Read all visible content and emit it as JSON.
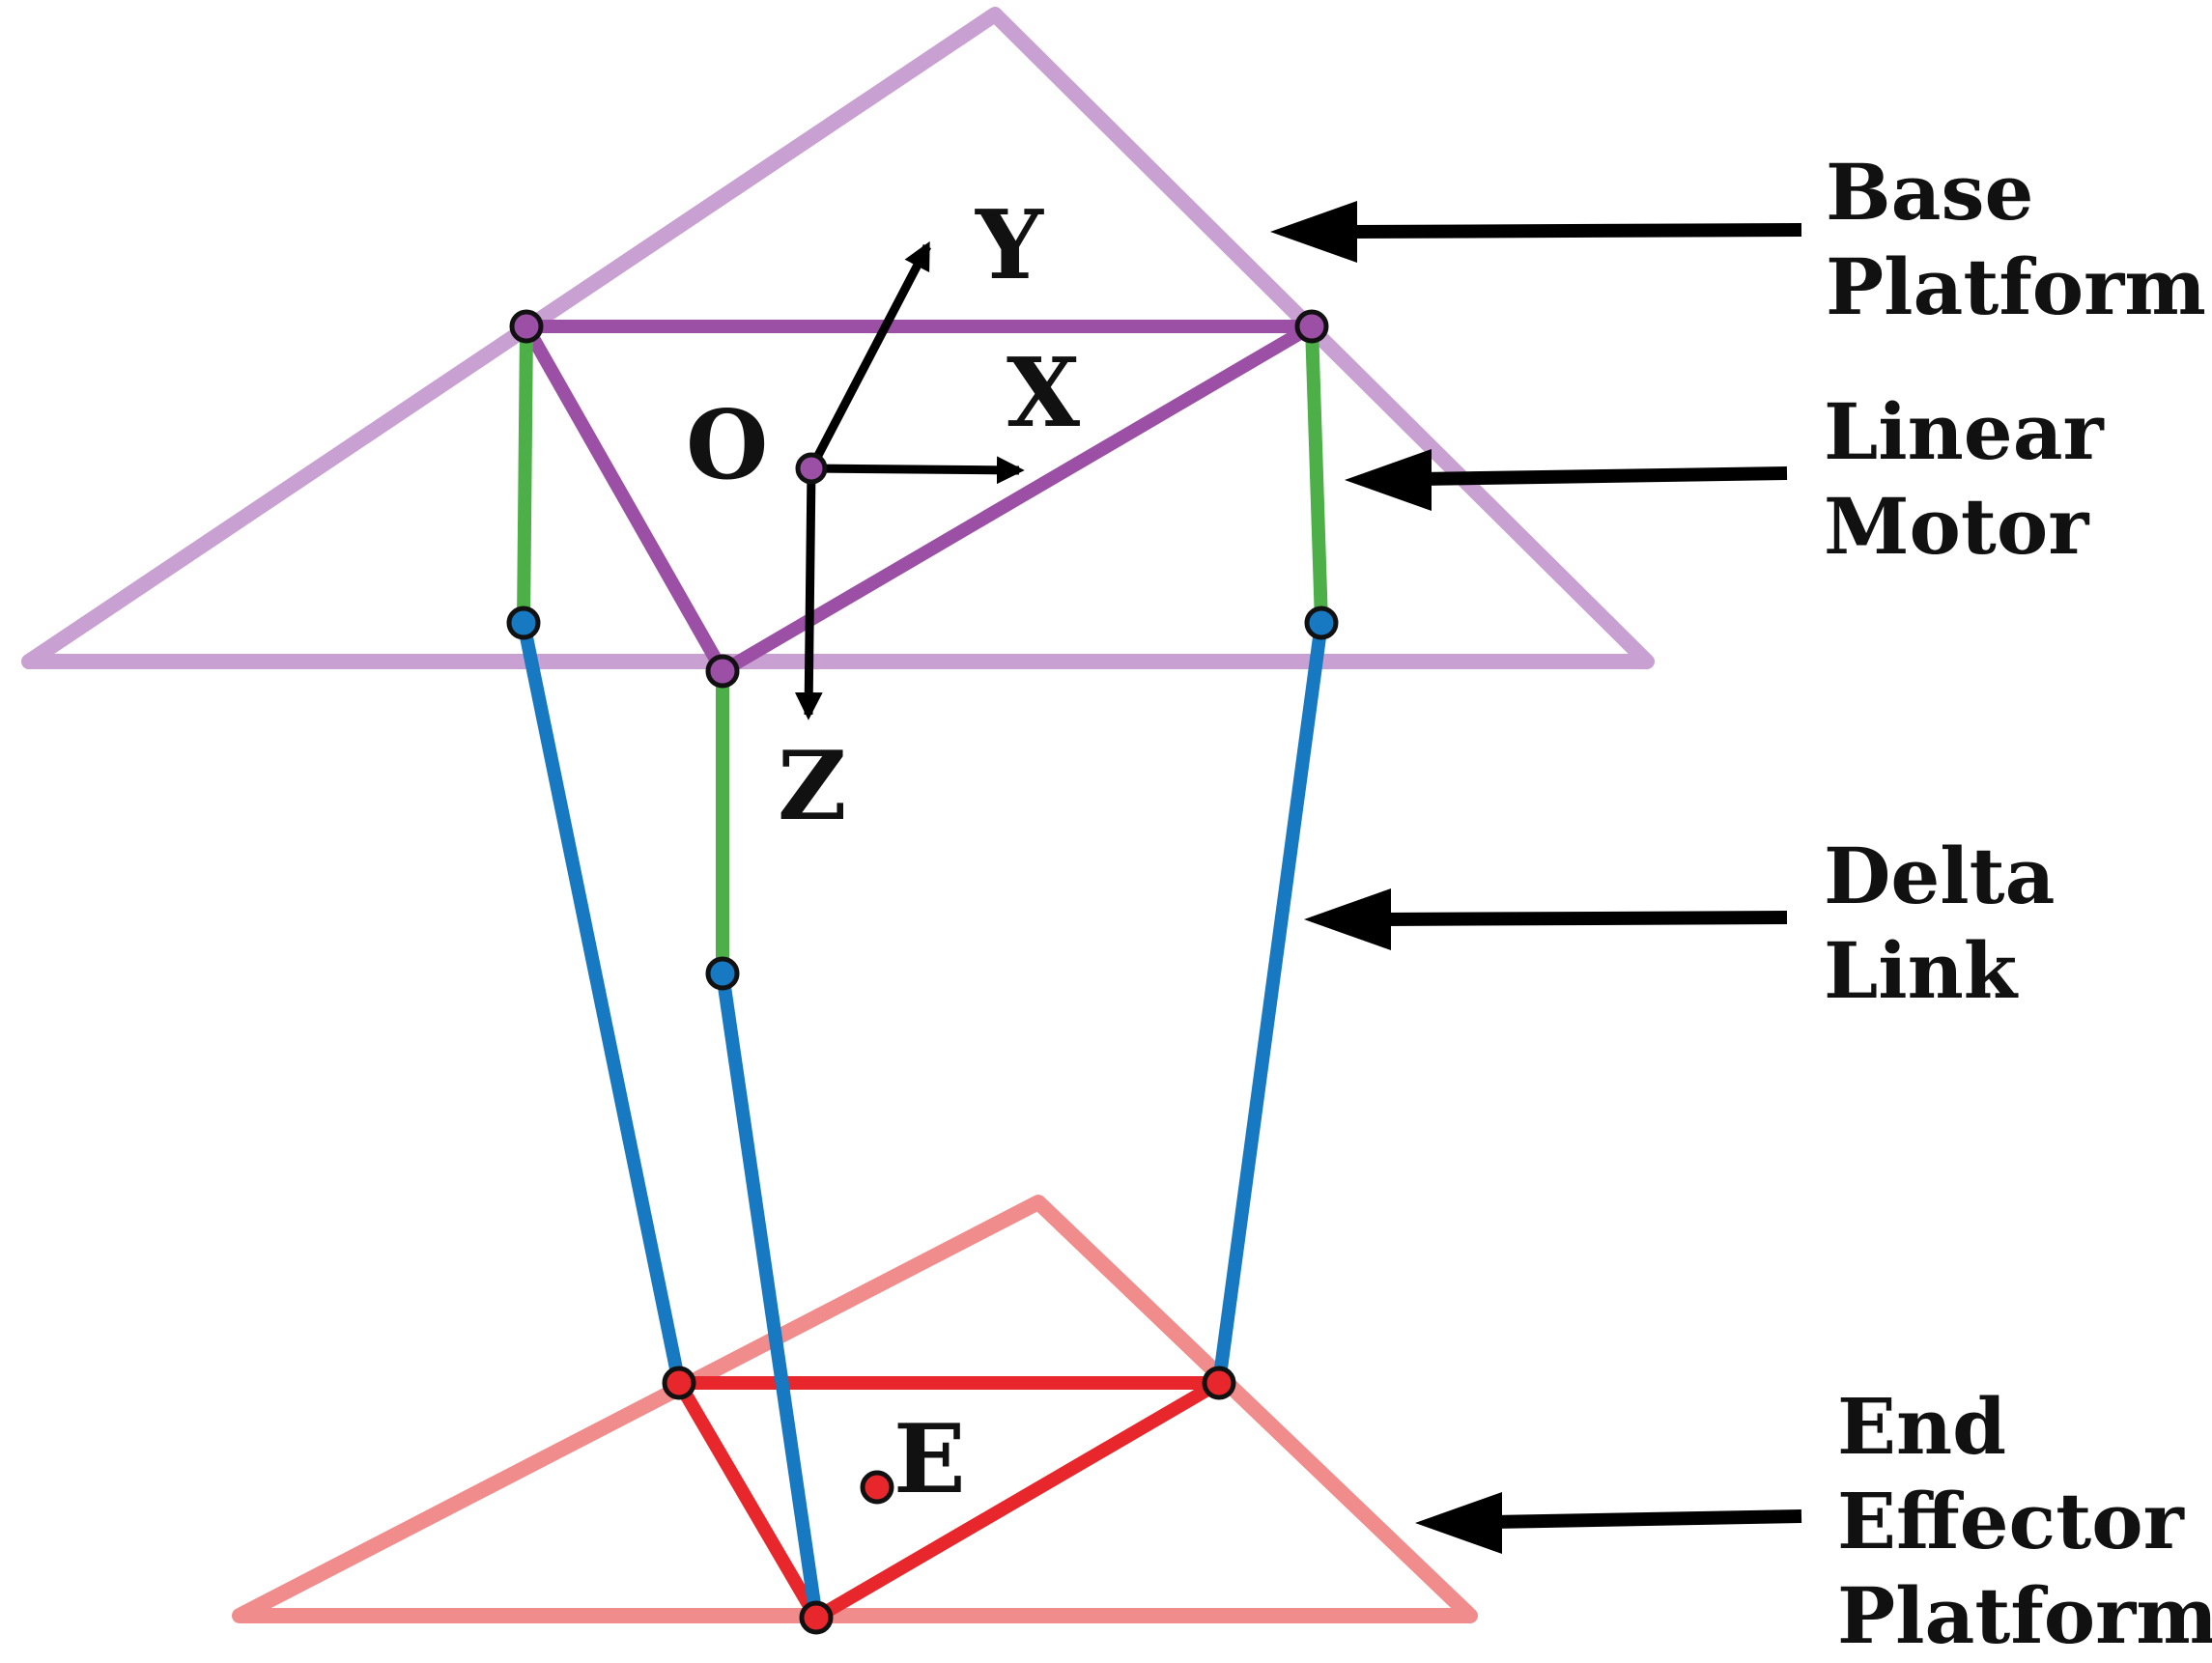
{
  "colors": {
    "base_outer": "#c9a0d2",
    "base_inner": "#9b50a6",
    "motor": "#4caf48",
    "link": "#1679c2",
    "end_outer": "#f08c8c",
    "end_inner": "#e8272c",
    "joint_stroke": "#111111",
    "arrow": "#000000"
  },
  "axes": {
    "origin": "O",
    "x": "X",
    "y": "Y",
    "z": "Z"
  },
  "point_labels": {
    "end_effector_point": "E"
  },
  "callouts": {
    "base_platform": [
      "Base",
      "Platform"
    ],
    "linear_motor": [
      "Linear",
      "Motor"
    ],
    "delta_link": [
      "Delta",
      "Link"
    ],
    "end_effector_platform": [
      "End",
      "Effector",
      "Platform"
    ]
  }
}
